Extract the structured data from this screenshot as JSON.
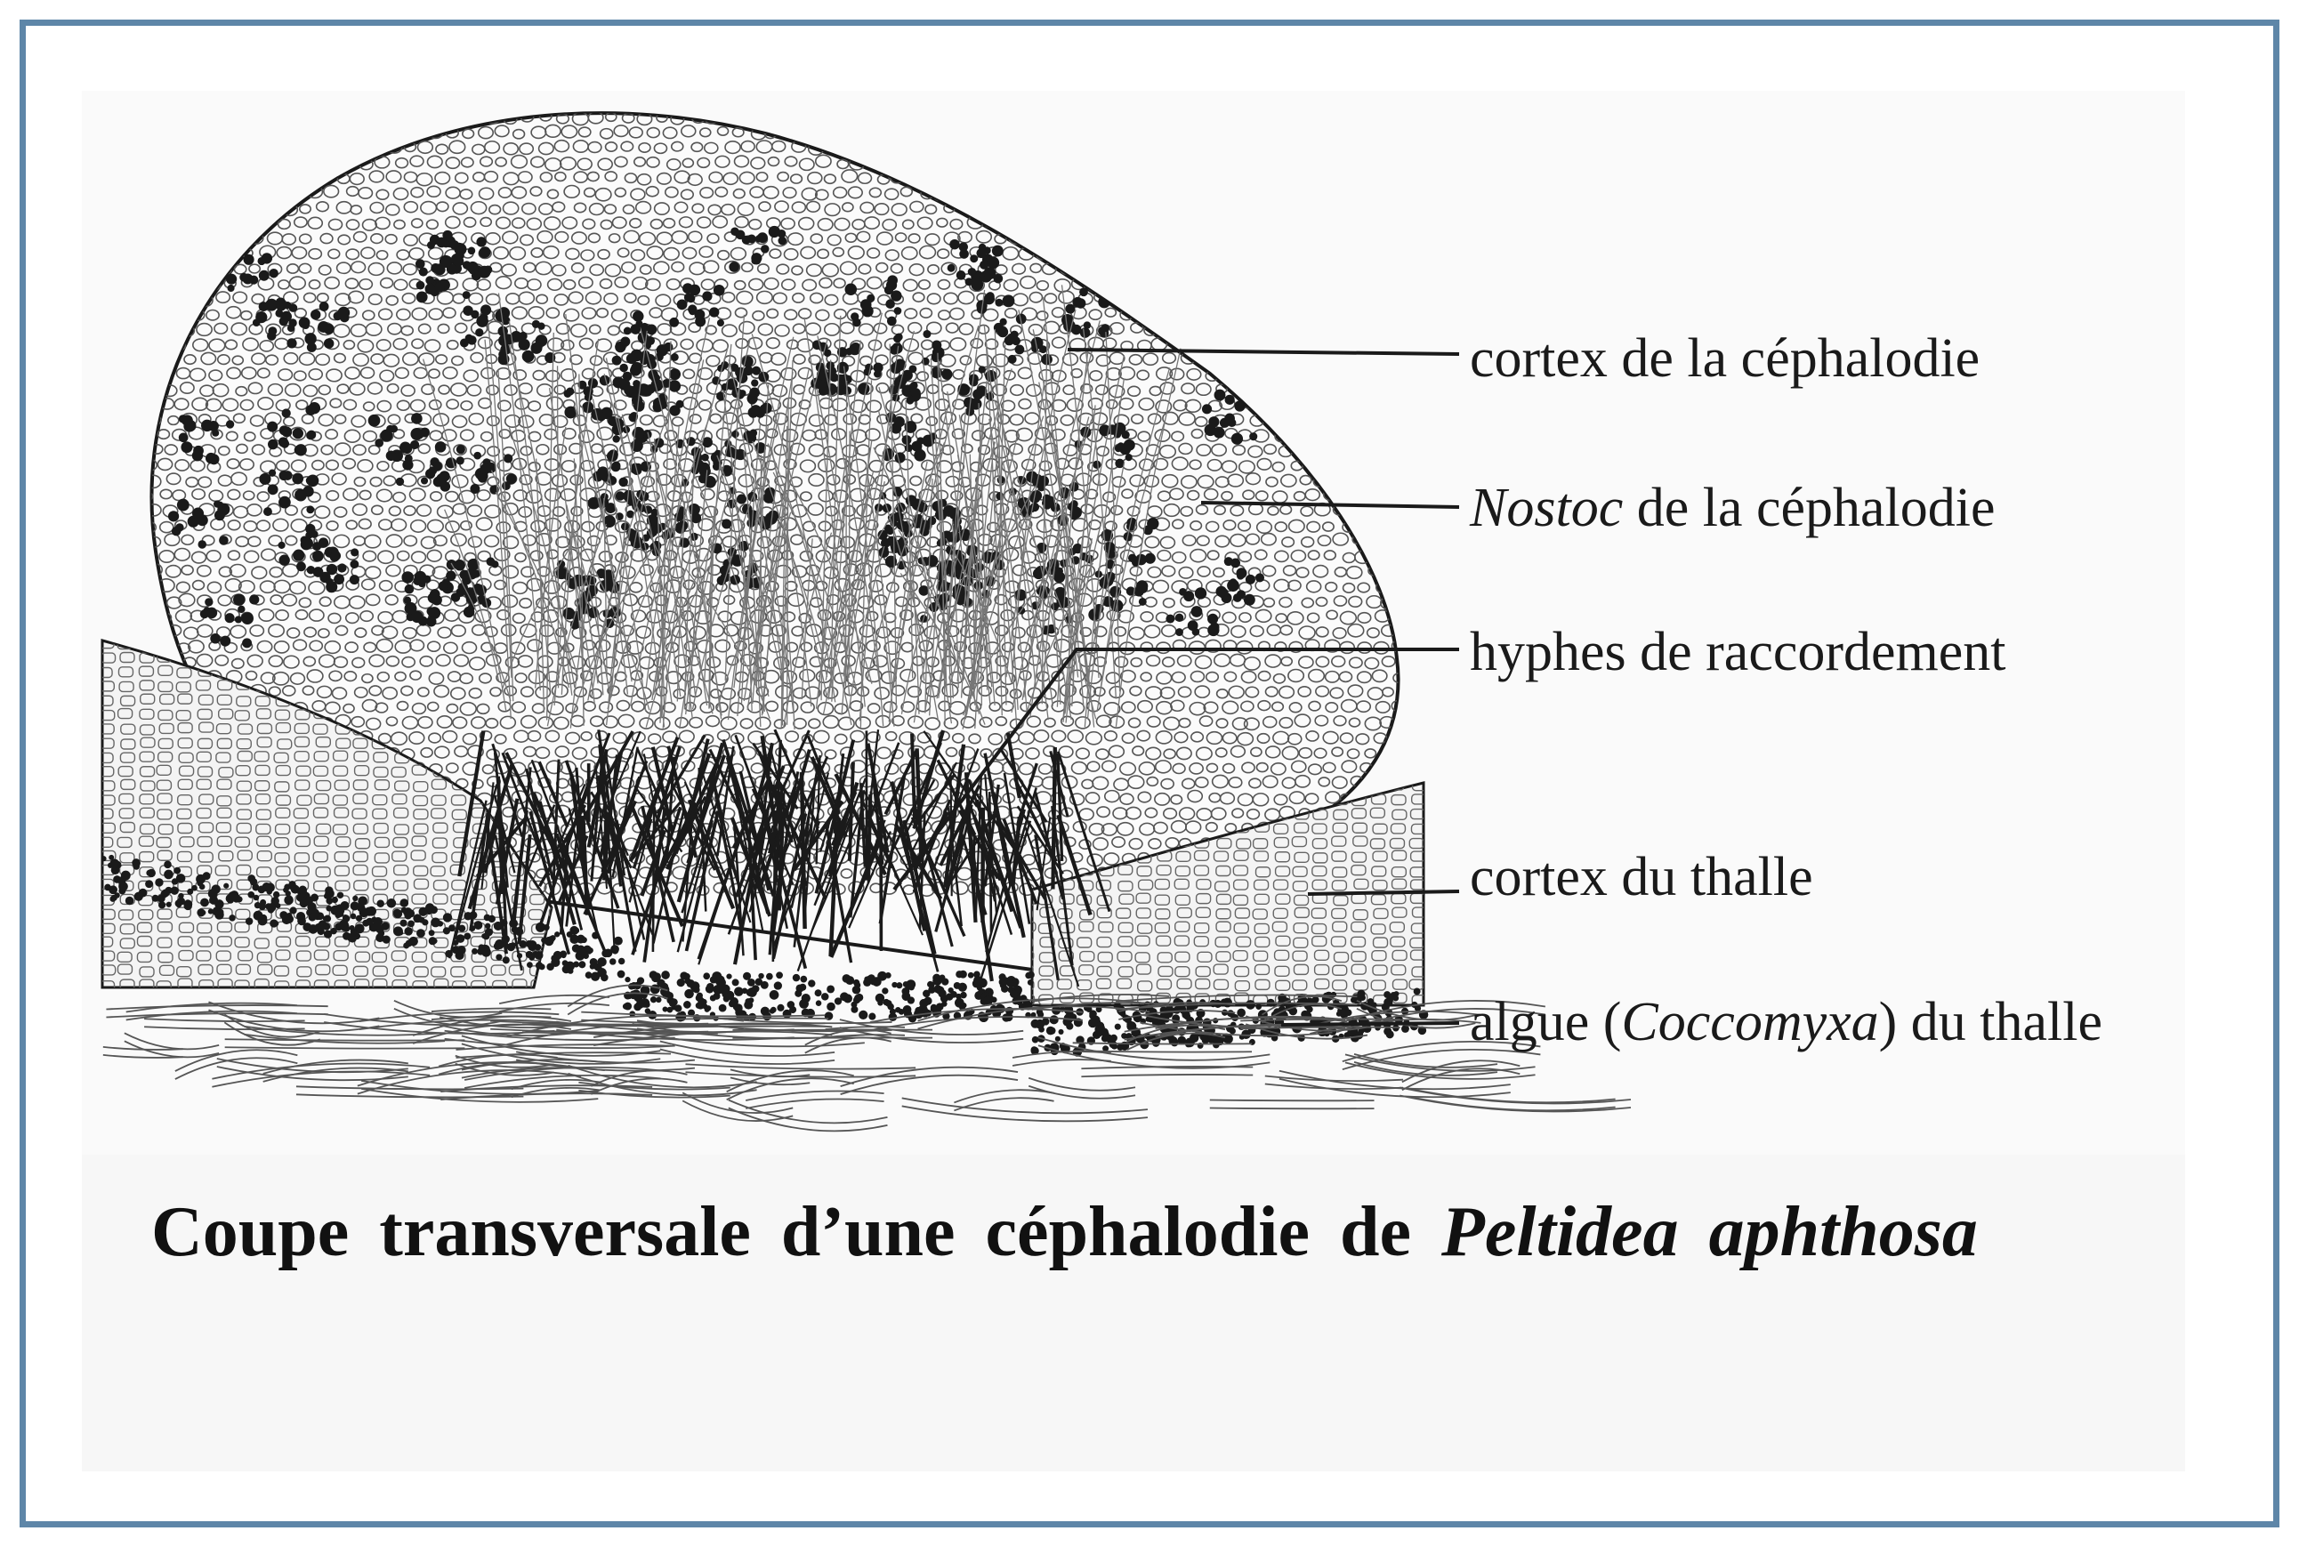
{
  "labels": {
    "cortex_cephalodie": "cortex de la céphalodie",
    "nostoc_italic": "Nostoc",
    "nostoc_rest": " de la céphalodie",
    "hyphes": "hyphes de raccordement",
    "cortex_thalle": "cortex du thalle",
    "algue_pre": "algue (",
    "algue_italic": "Coccomyxa",
    "algue_post": ") du thalle"
  },
  "caption": {
    "plain": "Coupe transversale d’une céphalodie de ",
    "italic": "Peltidea aphthosa"
  },
  "colors": {
    "frame": "#5e86a8",
    "ink": "#1a1a1a",
    "paper": "#f7f7f7"
  }
}
